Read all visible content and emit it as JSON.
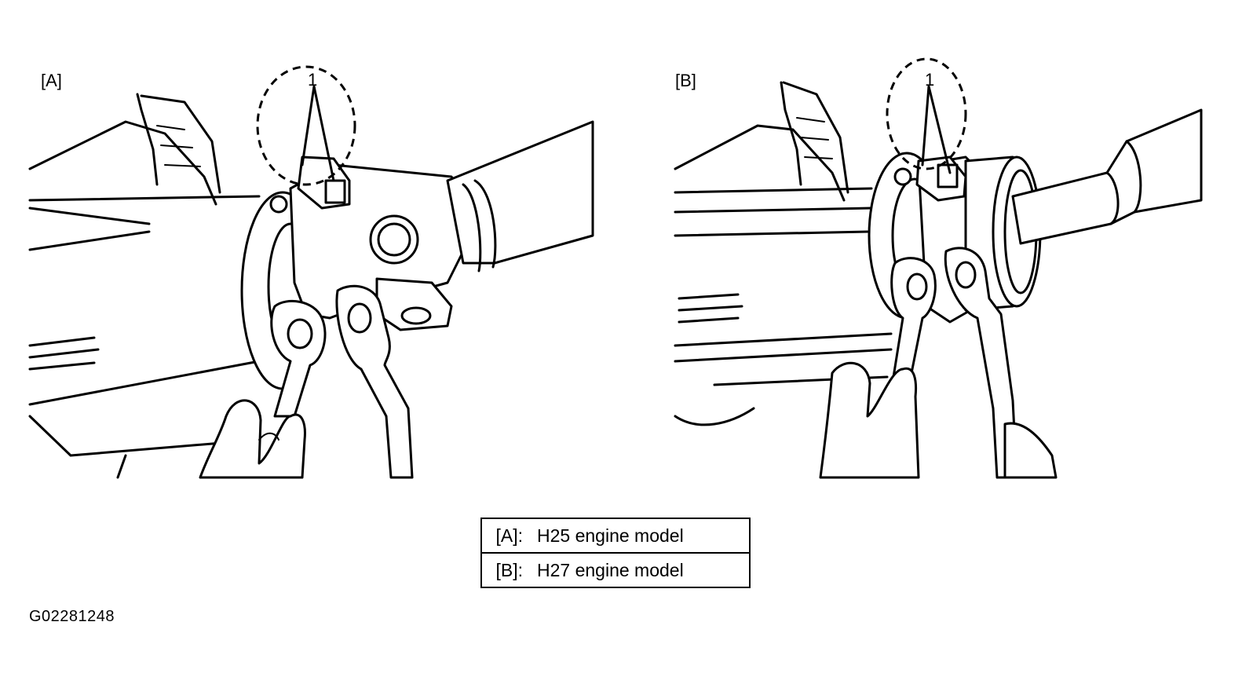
{
  "panels": [
    {
      "label": "[A]",
      "callout": "1"
    },
    {
      "label": "[B]",
      "callout": "1"
    }
  ],
  "legend": [
    {
      "key": "[A]:",
      "description": "H25 engine model"
    },
    {
      "key": "[B]:",
      "description": "H27 engine model"
    }
  ],
  "figure_id": "G02281248"
}
